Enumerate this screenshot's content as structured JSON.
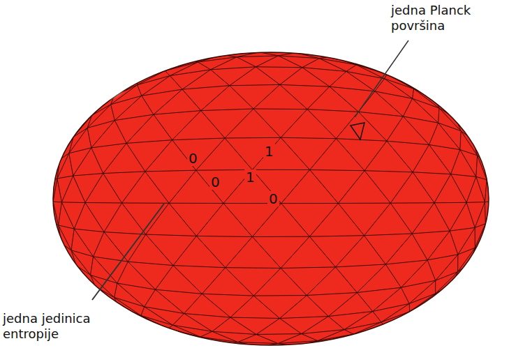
{
  "diagram": {
    "labels": [
      "jedna Planck površina",
      "0",
      "1",
      "0",
      "1",
      "0",
      "jedna jedinica entropije"
    ]
  }
}
